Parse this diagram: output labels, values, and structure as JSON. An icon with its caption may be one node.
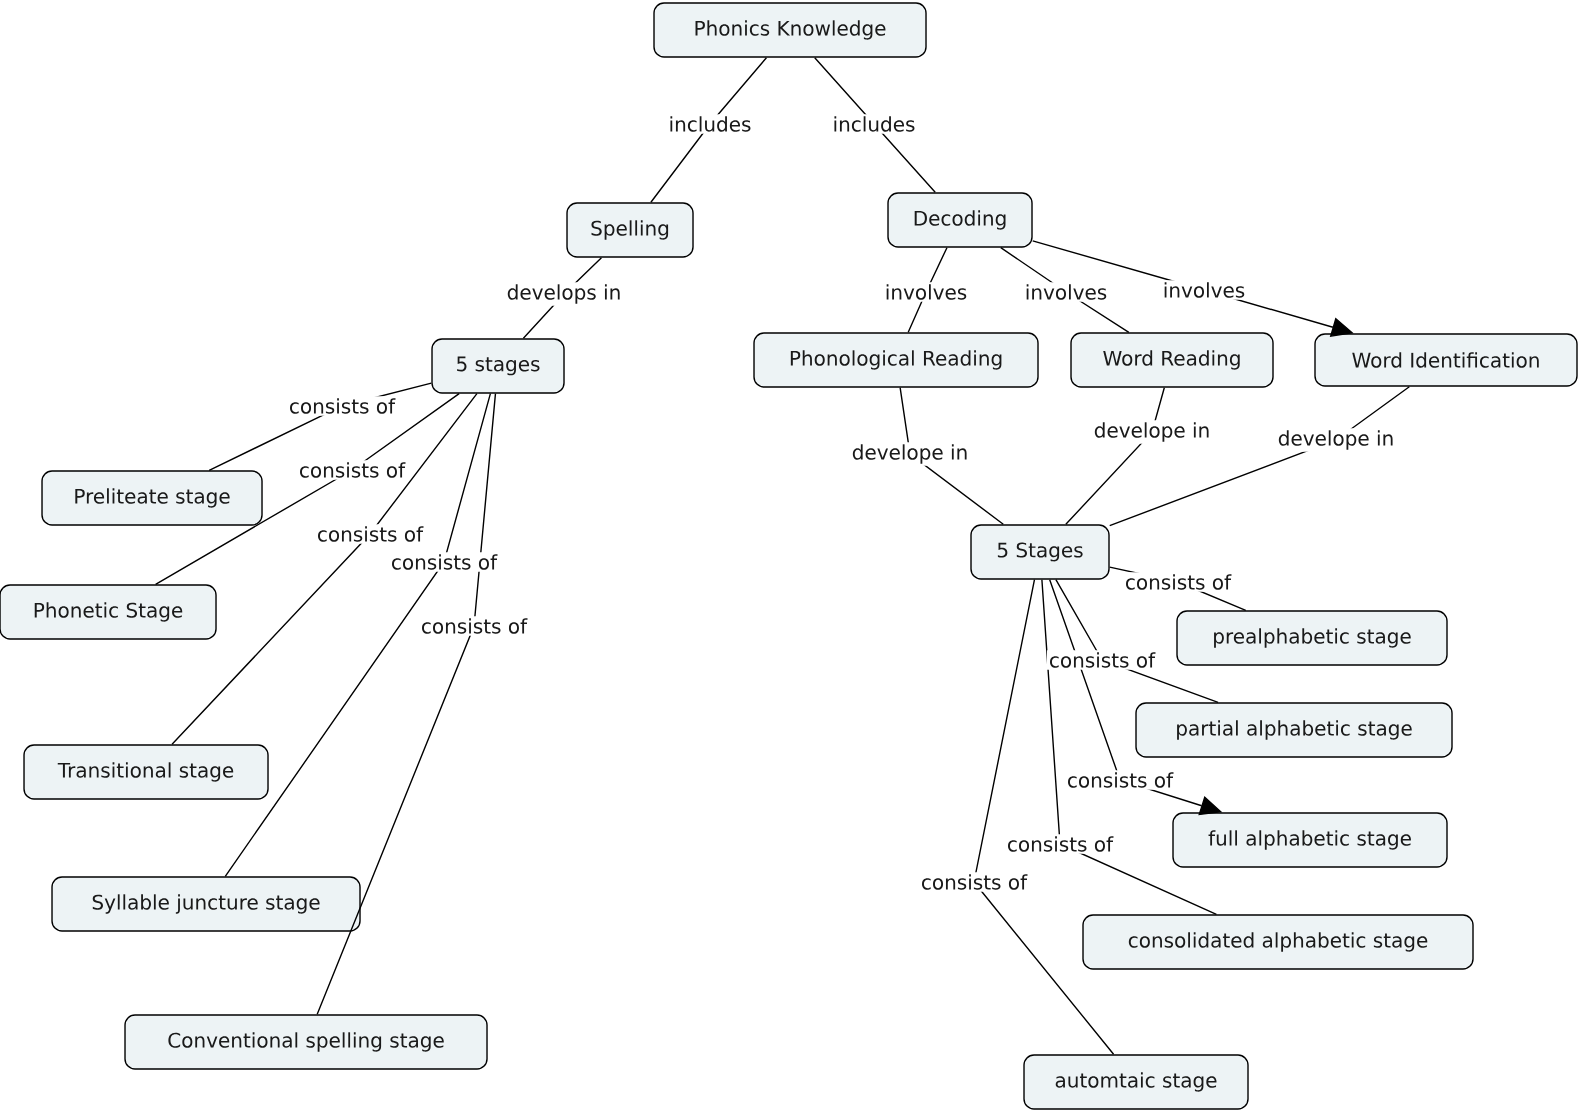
{
  "diagram": {
    "nodes": [
      {
        "text": [
          "Phonics Knowledge"
        ]
      },
      {
        "text": [
          "Spelling"
        ]
      },
      {
        "text": [
          "Decoding"
        ]
      },
      {
        "text": [
          "5 stages"
        ]
      },
      {
        "text": [
          "Phonological Reading"
        ]
      },
      {
        "text": [
          "Word Reading"
        ]
      },
      {
        "text": [
          "Word Identification"
        ]
      },
      {
        "text": [
          "Preliteate stage"
        ]
      },
      {
        "text": [
          "Phonetic Stage"
        ]
      },
      {
        "text": [
          "Transitional stage"
        ]
      },
      {
        "text": [
          "Syllable juncture stage"
        ]
      },
      {
        "text": [
          "Conventional spelling stage"
        ]
      },
      {
        "text": [
          "5 Stages"
        ]
      },
      {
        "text": [
          "prealphabetic stage"
        ]
      },
      {
        "text": [
          "partial alphabetic stage"
        ]
      },
      {
        "text": [
          "full alphabetic stage"
        ]
      },
      {
        "text": [
          "consolidated alphabetic stage"
        ]
      },
      {
        "text": [
          "automtaic stage"
        ]
      }
    ],
    "edges": [
      {
        "from": 0,
        "to": 1,
        "arrow": "none",
        "label": "includes"
      },
      {
        "from": 0,
        "to": 2,
        "arrow": "none",
        "label": "includes"
      },
      {
        "from": 1,
        "to": 3,
        "arrow": "none",
        "label": "develops in"
      },
      {
        "from": 2,
        "to": 4,
        "arrow": "none",
        "label": "involves"
      },
      {
        "from": 2,
        "to": 5,
        "arrow": "none",
        "label": "involves"
      },
      {
        "from": 2,
        "to": 6,
        "arrow": "to",
        "label": "involves"
      },
      {
        "from": 3,
        "to": 7,
        "arrow": "none",
        "label": "consists of"
      },
      {
        "from": 3,
        "to": 8,
        "arrow": "none",
        "label": "consists of"
      },
      {
        "from": 3,
        "to": 9,
        "arrow": "none",
        "label": "consists of"
      },
      {
        "from": 3,
        "to": 10,
        "arrow": "none",
        "label": "consists of"
      },
      {
        "from": 3,
        "to": 11,
        "arrow": "none",
        "label": "consists of"
      },
      {
        "from": 4,
        "to": 12,
        "arrow": "none",
        "label": "develope in"
      },
      {
        "from": 5,
        "to": 12,
        "arrow": "none",
        "label": "develope in"
      },
      {
        "from": 6,
        "to": 12,
        "arrow": "none",
        "label": "develope in"
      },
      {
        "from": 12,
        "to": 13,
        "arrow": "none",
        "label": "consists of"
      },
      {
        "from": 12,
        "to": 14,
        "arrow": "none",
        "label": "consists of"
      },
      {
        "from": 12,
        "to": 15,
        "arrow": "to",
        "label": "consists of"
      },
      {
        "from": 12,
        "to": 16,
        "arrow": "none",
        "label": "consists of"
      },
      {
        "from": 12,
        "to": 17,
        "arrow": "none",
        "label": "consists of"
      }
    ]
  }
}
